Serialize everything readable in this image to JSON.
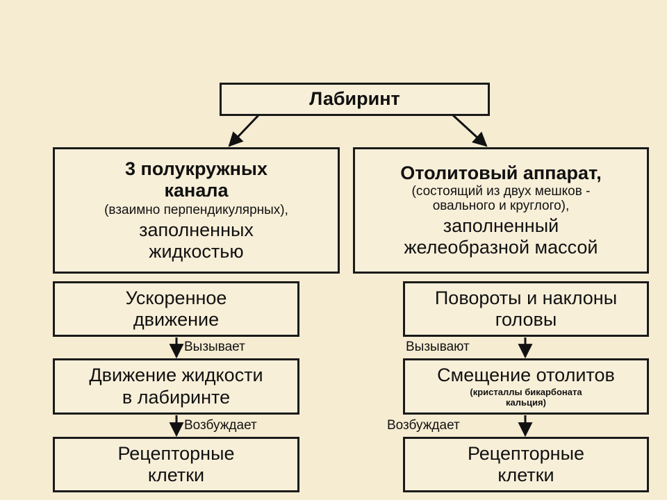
{
  "root": {
    "label": "Лабиринт"
  },
  "left": {
    "header": {
      "title_line1": "3 полукружных",
      "title_line2": "канала",
      "paren": "(взаимно перпендикулярных),",
      "desc_line1": "заполненных",
      "desc_line2": "жидкостью"
    },
    "step1": {
      "line1": "Ускоренное",
      "line2": "движение"
    },
    "link1": "Вызывает",
    "step2": {
      "line1": "Движение жидкости",
      "line2": "в лабиринте"
    },
    "link2": "Возбуждает",
    "step3": {
      "line1": "Рецепторные",
      "line2": "клетки"
    }
  },
  "right": {
    "header": {
      "title": "Отолитовый аппарат,",
      "paren_line1": "(состоящий из двух мешков -",
      "paren_line2": "овального и круглого),",
      "desc_line1": "заполненный",
      "desc_line2": "желеобразной массой"
    },
    "step1": {
      "line1": "Повороты и наклоны",
      "line2": "головы"
    },
    "link1": "Вызывают",
    "step2": {
      "line1": "Смещение отолитов",
      "note_line1": "(кристаллы бикарбоната",
      "note_line2": "кальция)"
    },
    "link2": "Возбуждает",
    "step3": {
      "line1": "Рецепторные",
      "line2": "клетки"
    }
  }
}
